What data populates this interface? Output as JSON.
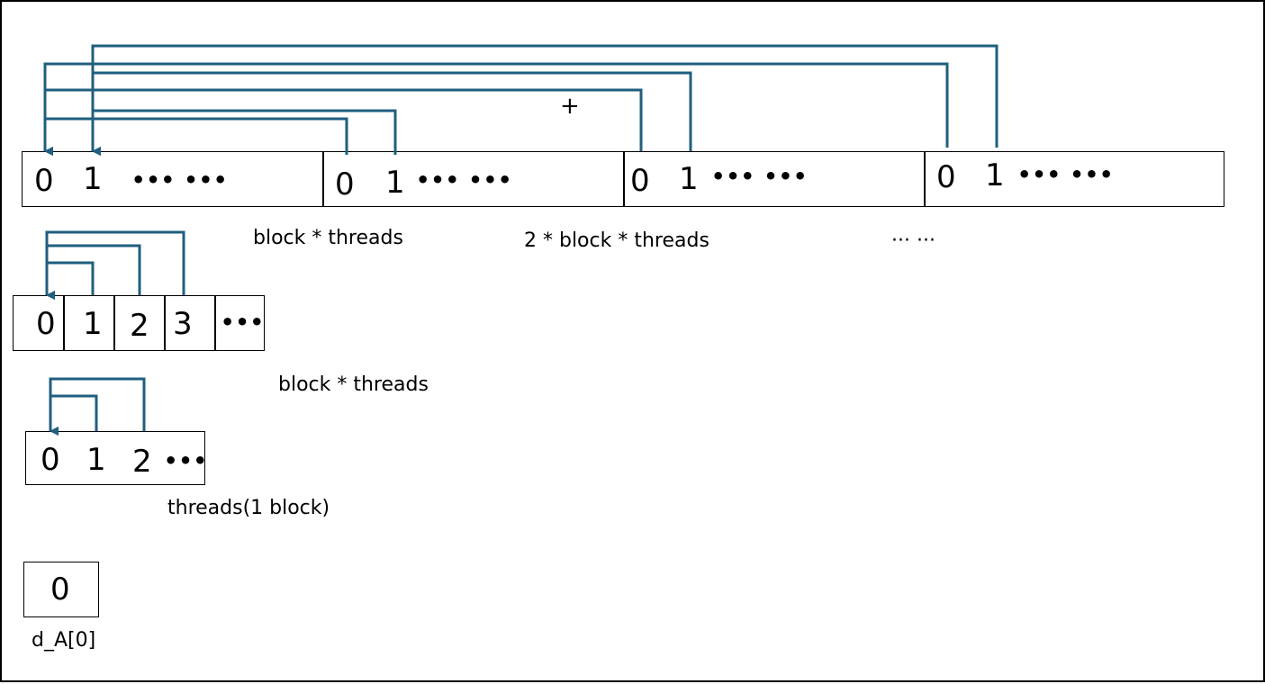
{
  "arrow_color": "#1f5f7f",
  "operator": "+",
  "row1": {
    "segments": [
      {
        "first": "0",
        "second": "1",
        "ellipsis": "••• •••"
      },
      {
        "first": "0",
        "second": "1",
        "ellipsis": "••• •••"
      },
      {
        "first": "0",
        "second": "1",
        "ellipsis": "••• •••"
      },
      {
        "first": "0",
        "second": "1",
        "ellipsis": "••• •••"
      }
    ],
    "labels": [
      "block * threads",
      "2 * block * threads",
      "··· ···"
    ]
  },
  "row2": {
    "cells": [
      "0",
      "1",
      "2",
      "3",
      "•••"
    ],
    "label": "block * threads"
  },
  "row3": {
    "cells": [
      "0",
      "1",
      "2"
    ],
    "ellipsis": "•••",
    "label": "threads(1 block)"
  },
  "row4": {
    "cell": "0",
    "label": "d_A[0]"
  }
}
